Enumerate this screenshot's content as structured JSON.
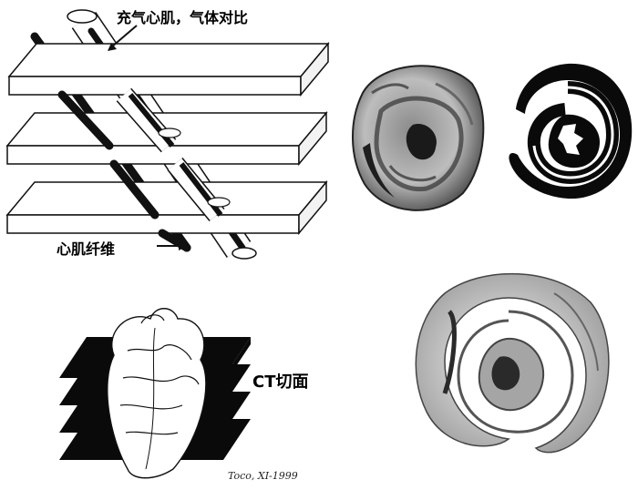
{
  "labels": {
    "gas_contrast": "充气心肌，气体对比",
    "myocardial_fibers": "心肌纤维",
    "ct_section": "CT切面",
    "signature": "Toco, XI-1999"
  },
  "colors": {
    "ink": "#000000",
    "paper": "#ffffff",
    "tissue_light": "#d6d6d6",
    "tissue_mid": "#9a9a9a",
    "tissue_dark": "#3a3a3a"
  }
}
